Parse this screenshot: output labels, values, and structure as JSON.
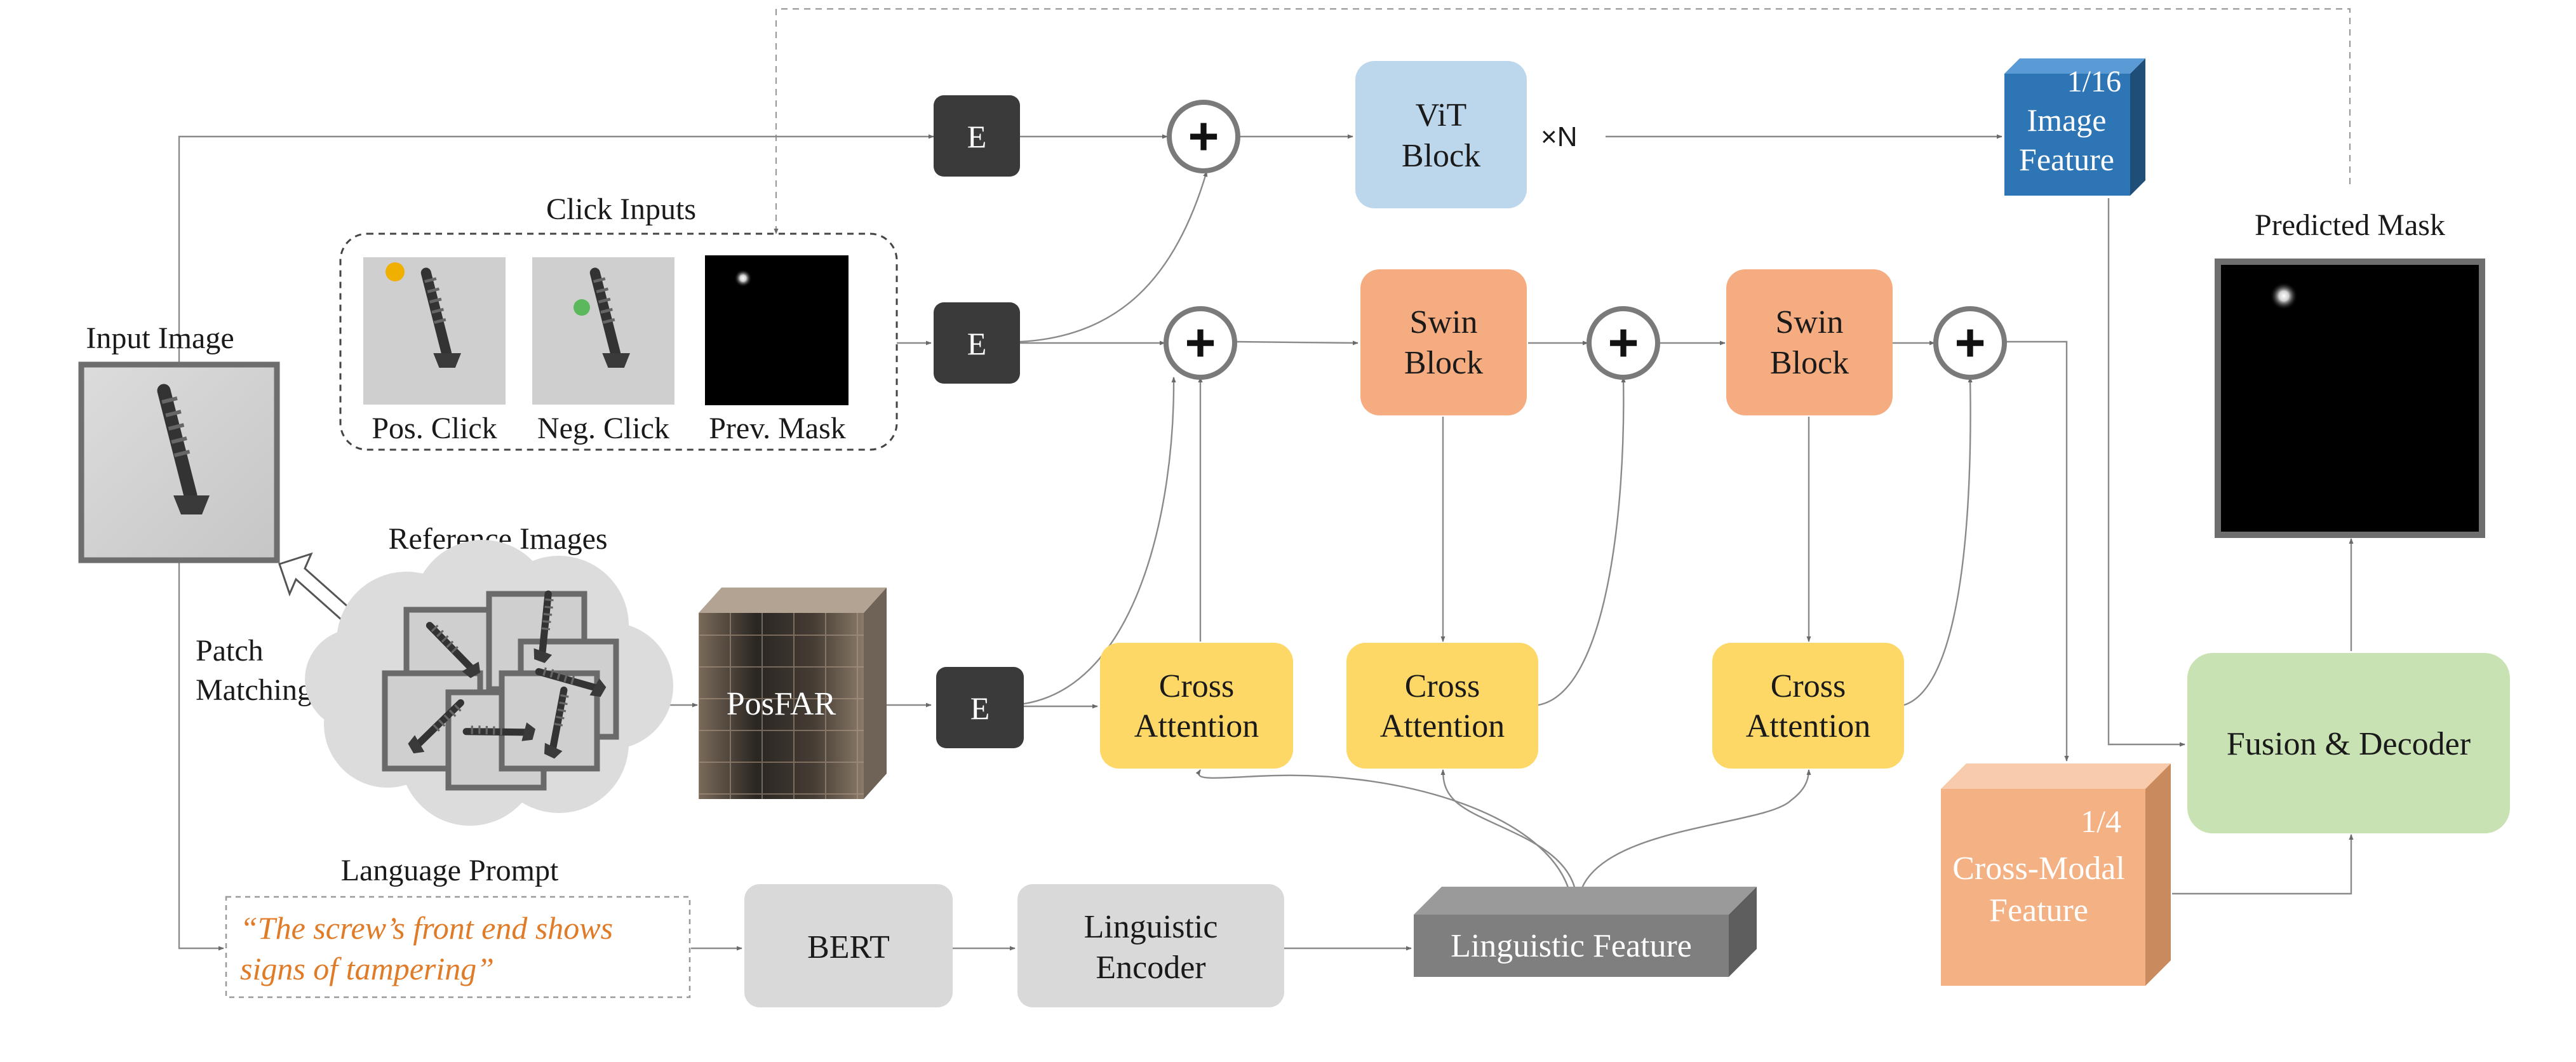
{
  "labels": {
    "input_image": "Input Image",
    "click_inputs": "Click Inputs",
    "pos_click": "Pos. Click",
    "neg_click": "Neg. Click",
    "prev_mask": "Prev. Mask",
    "reference_images": "Reference Images",
    "patch_matching_1": "Patch",
    "patch_matching_2": "Matching",
    "posfar": "PosFAR",
    "language_prompt": "Language Prompt",
    "prompt_line_1": "“The screw’s front end shows",
    "prompt_line_2": "signs of tampering”",
    "predicted_mask": "Predicted Mask"
  },
  "blocks": {
    "encoder": "E",
    "vit_line_1": "ViT",
    "vit_line_2": "Block",
    "repeat": "×N",
    "swin_line_1": "Swin",
    "swin_line_2": "Block",
    "cross_line_1": "Cross",
    "cross_line_2": "Attention",
    "bert": "BERT",
    "ling_enc_line_1": "Linguistic",
    "ling_enc_line_2": "Encoder",
    "ling_feature": "Linguistic Feature",
    "fusion": "Fusion & Decoder",
    "image_feature_scale": "1/16",
    "image_feature_line_1": "Image",
    "image_feature_line_2": "Feature",
    "cm_feature_scale": "1/4",
    "cm_feature_line_1": "Cross-Modal",
    "cm_feature_line_2": "Feature",
    "plus": "+"
  },
  "colors": {
    "vit": "#bcd7ec",
    "swin": "#f4ac80",
    "cross_attention": "#fdd867",
    "fusion": "#c9e2b3",
    "bert": "#d9d9d9",
    "encoder": "#3a3a3a",
    "image_feature": "#2e75b6",
    "cross_modal_feature": "#f4b183",
    "linguistic_feature": "#7f7f7f",
    "prompt_text": "#e07b28"
  }
}
